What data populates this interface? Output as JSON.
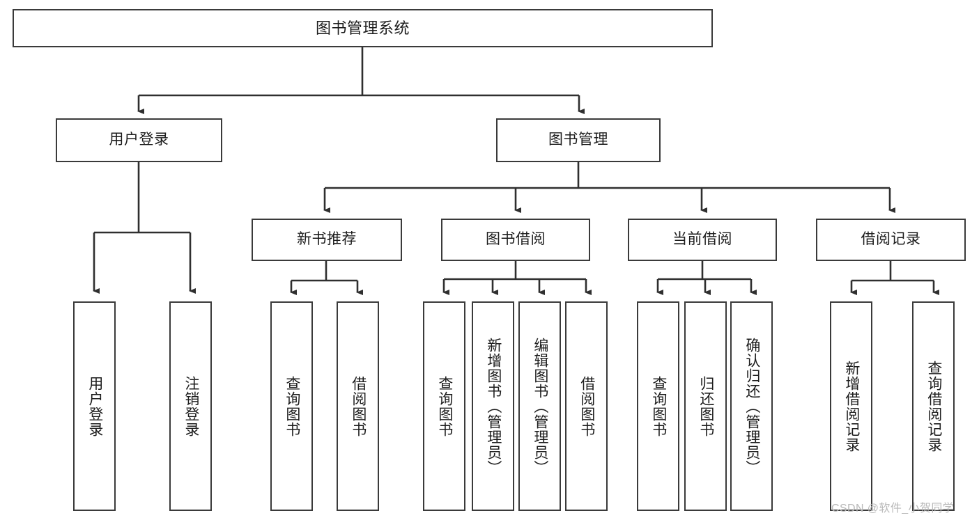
{
  "diagram": {
    "type": "tree-hierarchy",
    "title": "图书管理系统",
    "root": {
      "label": "图书管理系统"
    },
    "level1": [
      {
        "label": "用户登录"
      },
      {
        "label": "图书管理"
      }
    ],
    "level2": [
      {
        "label": "新书推荐"
      },
      {
        "label": "图书借阅"
      },
      {
        "label": "当前借阅"
      },
      {
        "label": "借阅记录"
      }
    ],
    "leaves": [
      {
        "label": "用户登录"
      },
      {
        "label": "注销登录"
      },
      {
        "label": "查询图书"
      },
      {
        "label": "借阅图书"
      },
      {
        "label": "查询图书"
      },
      {
        "label": "新增图书（管理员）"
      },
      {
        "label": "编辑图书（管理员）"
      },
      {
        "label": "借阅图书"
      },
      {
        "label": "查询图书"
      },
      {
        "label": "归还图书"
      },
      {
        "label": "确认归还（管理员）"
      },
      {
        "label": "新增借阅记录"
      },
      {
        "label": "查询借阅记录"
      }
    ],
    "watermark": "CSDN @软件_小贺同学",
    "colors": {
      "border": "#3a3a3a",
      "text": "#1c1c1c",
      "background": "#ffffff",
      "watermark": "#b9b9b9"
    }
  }
}
